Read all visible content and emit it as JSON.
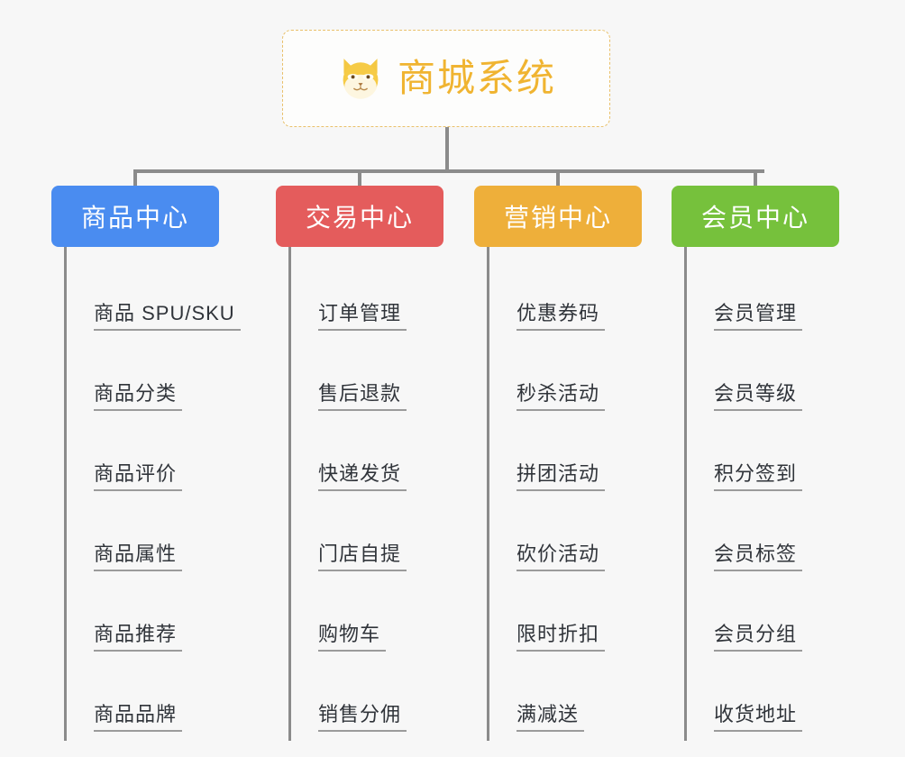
{
  "background_color": "#f7f7f7",
  "root": {
    "title": "商城系统",
    "icon": "shiba-dog-icon",
    "title_color": "#f0b431",
    "border_color": "#e9c06a",
    "card_background": "#fdfdfc"
  },
  "connector_color": "#8b8b8b",
  "columns": [
    {
      "title": "商品中心",
      "color": "#4a8cf0",
      "items": [
        {
          "label": "商品 SPU/SKU"
        },
        {
          "label": "商品分类"
        },
        {
          "label": "商品评价"
        },
        {
          "label": "商品属性"
        },
        {
          "label": "商品推荐"
        },
        {
          "label": "商品品牌"
        }
      ]
    },
    {
      "title": "交易中心",
      "color": "#e45c5c",
      "items": [
        {
          "label": "订单管理"
        },
        {
          "label": "售后退款"
        },
        {
          "label": "快递发货"
        },
        {
          "label": "门店自提"
        },
        {
          "label": "购物车"
        },
        {
          "label": "销售分佣"
        }
      ]
    },
    {
      "title": "营销中心",
      "color": "#eeaf3a",
      "items": [
        {
          "label": "优惠券码"
        },
        {
          "label": "秒杀活动"
        },
        {
          "label": "拼团活动"
        },
        {
          "label": "砍价活动"
        },
        {
          "label": "限时折扣"
        },
        {
          "label": "满减送"
        }
      ]
    },
    {
      "title": "会员中心",
      "color": "#76c13c",
      "items": [
        {
          "label": "会员管理"
        },
        {
          "label": "会员等级"
        },
        {
          "label": "积分签到"
        },
        {
          "label": "会员标签"
        },
        {
          "label": "会员分组"
        },
        {
          "label": "收货地址"
        }
      ]
    }
  ]
}
